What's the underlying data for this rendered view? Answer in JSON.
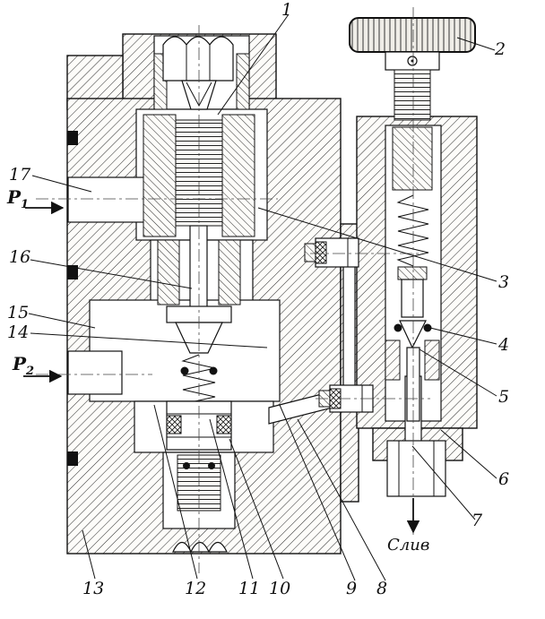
{
  "figure": {
    "colors": {
      "ink": "#111111",
      "paper": "#ffffff"
    },
    "callouts": [
      "1",
      "2",
      "3",
      "4",
      "5",
      "6",
      "7",
      "8",
      "9",
      "10",
      "11",
      "12",
      "13",
      "14",
      "15",
      "16",
      "17"
    ],
    "ports": {
      "p1": {
        "base": "P",
        "sub": "1"
      },
      "p2": {
        "base": "P",
        "sub": "2"
      }
    },
    "drain": "Слив"
  }
}
